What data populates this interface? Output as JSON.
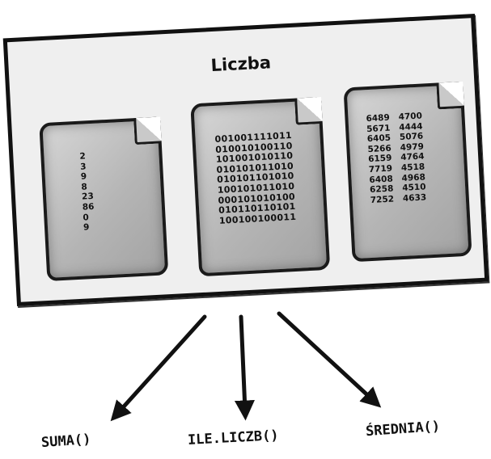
{
  "title": "Liczba",
  "documents": [
    {
      "lines": [
        "2",
        "3",
        "9",
        "8",
        "23",
        "86",
        "0",
        "9"
      ]
    },
    {
      "lines": [
        "001001111011",
        "010010100110",
        "101001010110",
        "010101011010",
        "010101101010",
        "100101011010",
        "000101010100",
        "010110110101",
        "100100100011"
      ]
    },
    {
      "lines": [
        "6489   4700",
        "5671   4444",
        "6405   5076",
        "5266   4979",
        "6159   4764",
        "7719   4518",
        "6408   4968",
        "6258   4510",
        "7252   4633"
      ]
    }
  ],
  "functions": {
    "suma": "SUMA()",
    "ile_liczb": "ILE.LICZB()",
    "srednia": "ŚREDNIA()"
  }
}
